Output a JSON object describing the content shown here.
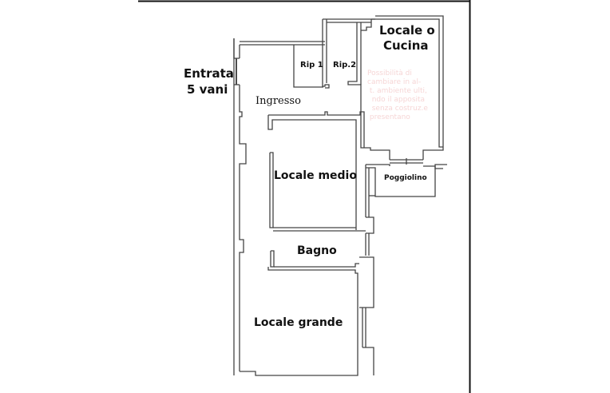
{
  "plan": {
    "title_lines": [
      "Entrata",
      "5 vani"
    ],
    "rooms": [
      {
        "id": "rip1",
        "label": "Rip 1"
      },
      {
        "id": "rip2",
        "label": "Rip.2"
      },
      {
        "id": "cucina",
        "label_line1": "Locale o",
        "label_line2": "Cucina"
      },
      {
        "id": "ingresso",
        "label": "Ingresso"
      },
      {
        "id": "locale_medio",
        "label": "Locale medio"
      },
      {
        "id": "poggiolino",
        "label": "Poggiolino"
      },
      {
        "id": "bagno",
        "label": "Bagno"
      },
      {
        "id": "locale_grande",
        "label": "Locale grande"
      }
    ],
    "colors": {
      "wall": "#333333",
      "frame": "#111111",
      "faint_text": "#f6d6d6",
      "background": "#ffffff"
    }
  }
}
